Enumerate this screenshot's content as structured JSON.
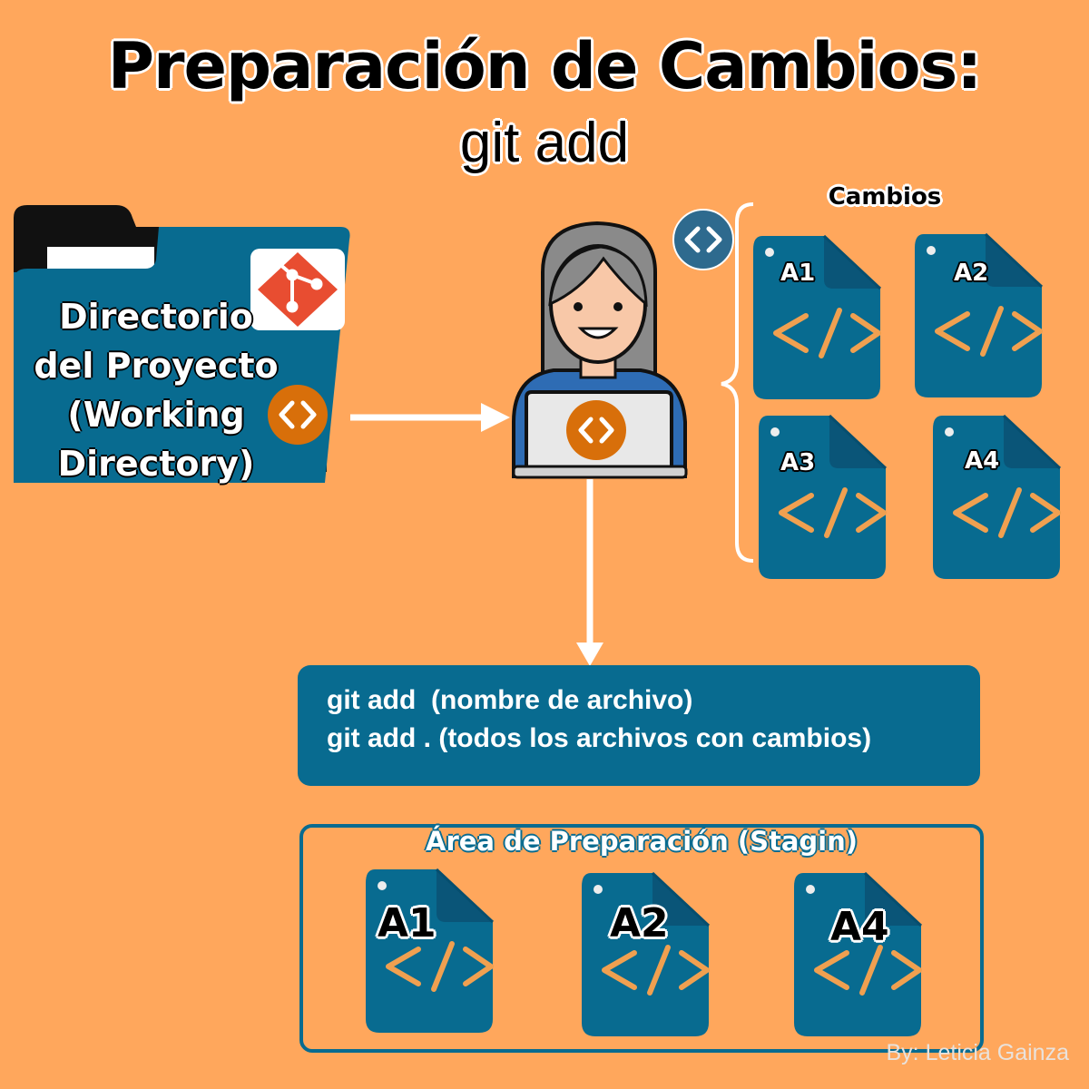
{
  "title": "Preparación de Cambios:",
  "subtitle": "git add",
  "working_directory": {
    "label_lines": [
      "Directorio",
      "del Proyecto",
      "(Working",
      "Directory)"
    ]
  },
  "changes": {
    "label": "Cambios",
    "files": [
      "A1",
      "A2",
      "A3",
      "A4"
    ]
  },
  "commands": {
    "line1": "git add  (nombre de archivo)",
    "line2": "git add . (todos los archivos con cambios)"
  },
  "staging": {
    "label": "Área de Preparación (Stagin)",
    "files": [
      "A1",
      "A2",
      "A4"
    ]
  },
  "credit": "By: Leticia Gainza",
  "colors": {
    "background": "#FFA75C",
    "primary": "#086B90",
    "code_accent": "#F0A050",
    "orange_icon": "#D86F0A",
    "git_red": "#E84D31"
  }
}
